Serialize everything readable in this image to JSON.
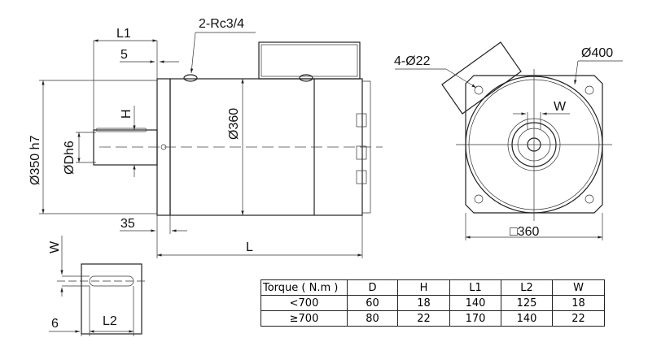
{
  "labels": {
    "l1": "L1",
    "five": "5",
    "port": "2-Rc3/4",
    "flange_dia": "Ø350 h7",
    "shaft_dia": "ØDh6",
    "h": "H",
    "body_dia": "Ø360",
    "thirty_five": "35",
    "l": "L",
    "bolt_holes": "4-Ø22",
    "pcd": "Ø400",
    "w_end": "W",
    "square": "□360",
    "w_key": "W",
    "six": "6",
    "l2": "L2"
  },
  "table": {
    "headers": [
      "Torque ( N.m )",
      "D",
      "H",
      "L1",
      "L2",
      "W"
    ],
    "rows": [
      [
        "<700",
        "60",
        "18",
        "140",
        "125",
        "18"
      ],
      [
        "≥700",
        "80",
        "22",
        "170",
        "140",
        "22"
      ]
    ]
  }
}
